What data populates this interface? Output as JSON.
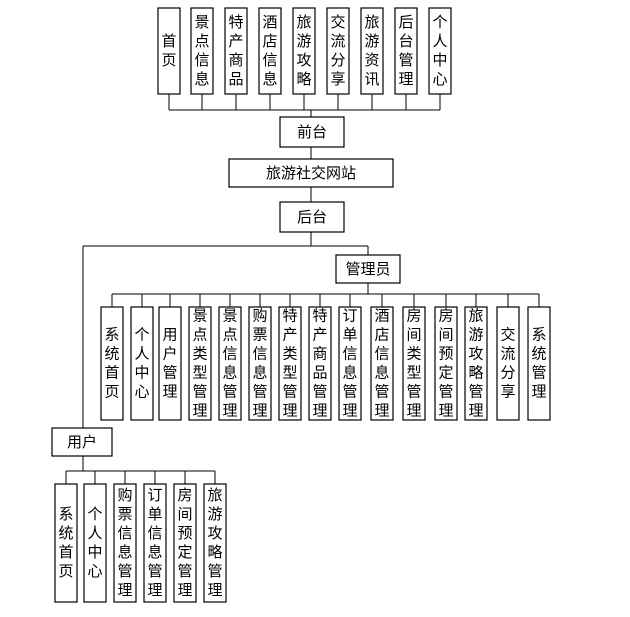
{
  "diagram": {
    "root": "旅游社交网站",
    "frontend": {
      "label": "前台",
      "modules": [
        "首页",
        "景点信息",
        "特产商品",
        "酒店信息",
        "旅游攻略",
        "交流分享",
        "旅游资讯",
        "后台管理",
        "个人中心"
      ]
    },
    "backend": {
      "label": "后台",
      "admin": {
        "label": "管理员",
        "modules": [
          "系统首页",
          "个人中心",
          "用户管理",
          "景点类型管理",
          "景点信息管理",
          "购票信息管理",
          "特产类型管理",
          "特产商品管理",
          "订单信息管理",
          "酒店信息管理",
          "房间类型管理",
          "房间预定管理",
          "旅游攻略管理",
          "交流分享",
          "系统管理"
        ]
      },
      "user": {
        "label": "用户",
        "modules": [
          "系统首页",
          "个人中心",
          "购票信息管理",
          "订单信息管理",
          "房间预定管理",
          "旅游攻略管理"
        ]
      }
    }
  }
}
